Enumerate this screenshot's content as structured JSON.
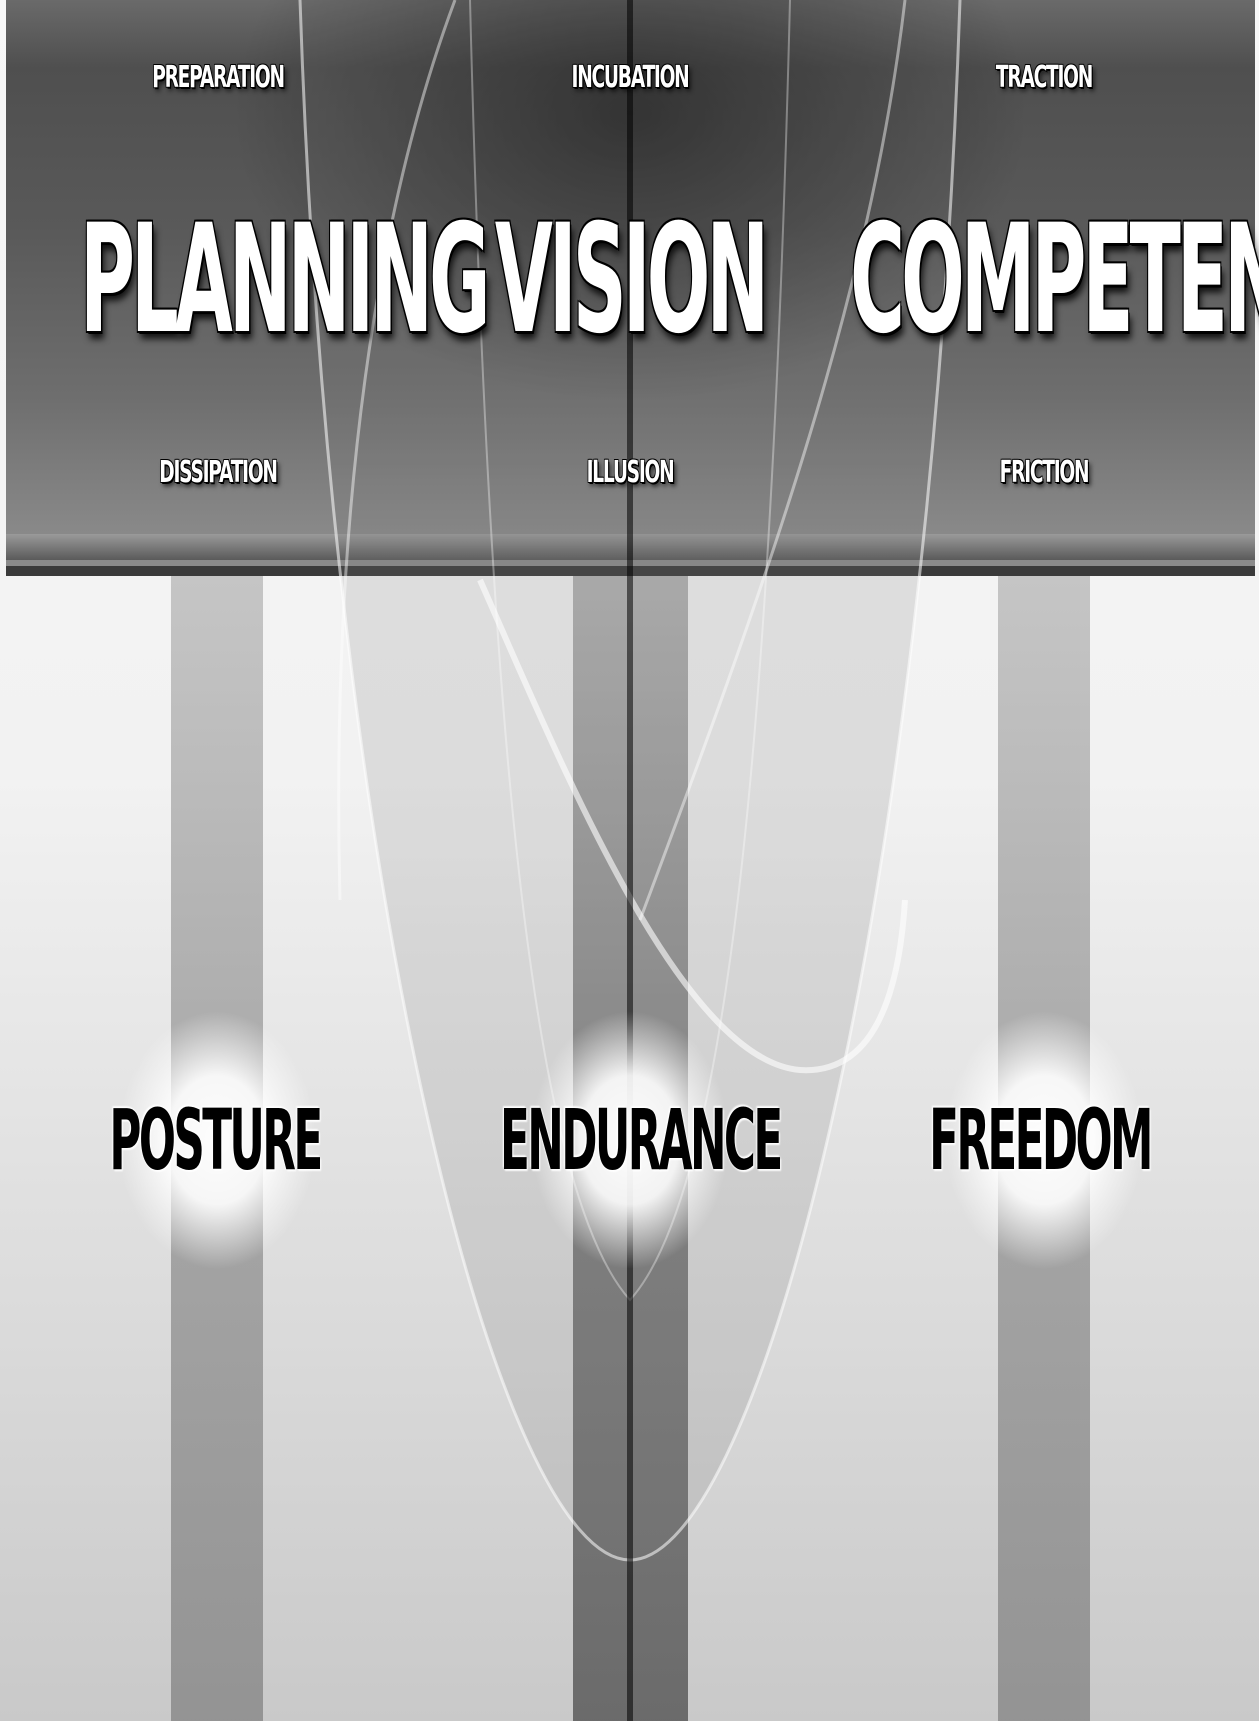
{
  "columns": [
    {
      "top_label": "PREPARATION",
      "main_label": "PLANNING",
      "sub_label": "DISSIPATION",
      "base_label": "POSTURE"
    },
    {
      "top_label": "INCUBATION",
      "main_label": "VISION",
      "sub_label": "ILLUSION",
      "base_label": "ENDURANCE"
    },
    {
      "top_label": "TRACTION",
      "main_label": "COMPETENCE",
      "sub_label": "FRICTION",
      "base_label": "FREEDOM"
    }
  ],
  "colors": {
    "band_dark": "#4f4f4f",
    "background_light": "#f2f2f2",
    "column_gray": "#9c9c9c",
    "label_white": "#ffffff",
    "label_black": "#000000"
  }
}
